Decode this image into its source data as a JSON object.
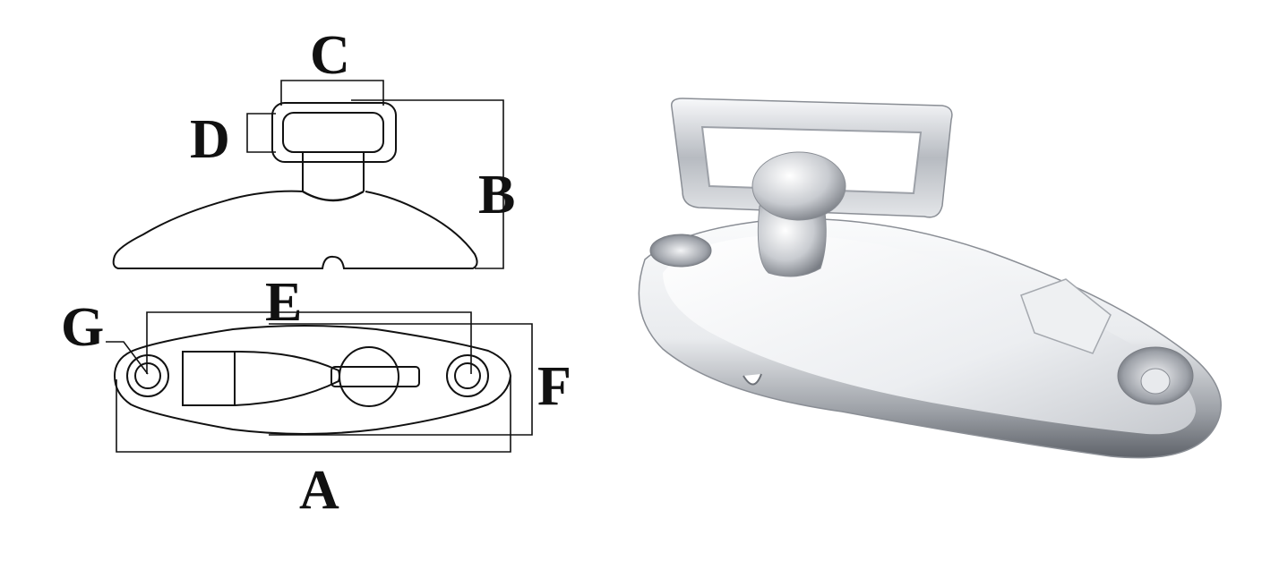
{
  "figure": {
    "subject": "Marine stainless steel anti-rattle latch / fastener",
    "drawing": {
      "side_view": {
        "labels": {
          "C": "C",
          "D": "D",
          "B": "B"
        }
      },
      "top_view": {
        "labels": {
          "E": "E",
          "G": "G",
          "F": "F",
          "A": "A"
        }
      }
    },
    "photo": {
      "description": "Polished chrome latch with rectangular swivel loop and teardrop base with two countersunk mounting holes"
    },
    "colors": {
      "line": "#111111",
      "background": "#ffffff",
      "chrome_light": "#f4f5f7",
      "chrome_mid": "#c9ccd2",
      "chrome_dark": "#6d7178"
    }
  }
}
